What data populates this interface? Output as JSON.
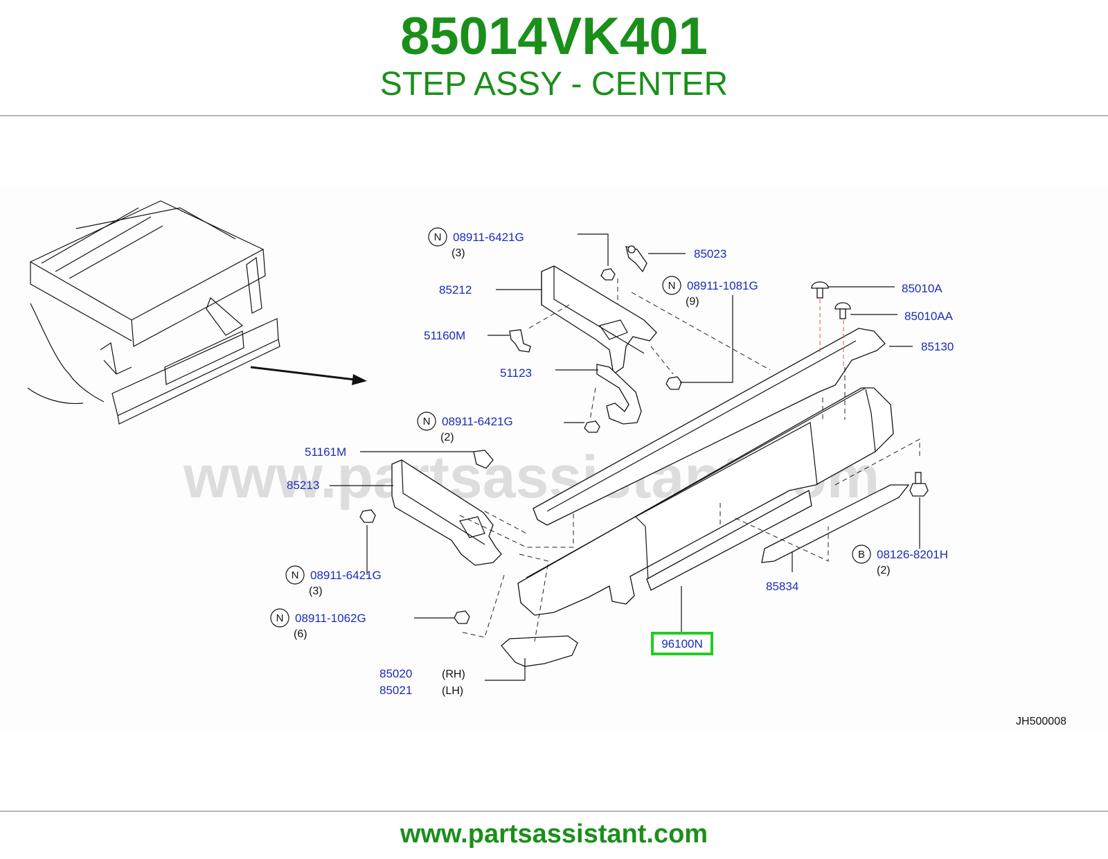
{
  "header": {
    "part_number": "85014VK401",
    "part_name": "STEP ASSY - CENTER"
  },
  "footer": {
    "url": "www.partsassistant.com"
  },
  "watermark": "www.partsassistant.com",
  "diagram": {
    "reference_code": "JH500008",
    "callouts": {
      "c1": {
        "badge": "N",
        "label": "08911-6421G",
        "qty": "(3)"
      },
      "c2": {
        "label": "85023"
      },
      "c3": {
        "label": "85212"
      },
      "c4": {
        "badge": "N",
        "label": "08911-1081G",
        "qty": "(9)"
      },
      "c5": {
        "label": "85010A"
      },
      "c6": {
        "label": "85010AA"
      },
      "c7": {
        "label": "51160M"
      },
      "c8": {
        "label": "85130"
      },
      "c9": {
        "label": "51123"
      },
      "c10": {
        "badge": "N",
        "label": "08911-6421G",
        "qty": "(2)"
      },
      "c11": {
        "label": "51161M"
      },
      "c12": {
        "label": "85213"
      },
      "c13": {
        "badge": "B",
        "label": "08126-8201H",
        "qty": "(2)"
      },
      "c14": {
        "badge": "N",
        "label": "08911-6421G",
        "qty": "(3)"
      },
      "c15": {
        "label": "85834"
      },
      "c16": {
        "badge": "N",
        "label": "08911-1062G",
        "qty": "(6)"
      },
      "c17": {
        "label": "96100N",
        "highlighted": true
      },
      "c18": {
        "label": "85020",
        "side": "(RH)"
      },
      "c19": {
        "label": "85021",
        "side": "(LH)"
      }
    }
  },
  "colors": {
    "title_green": "#1a8f1a",
    "callout_blue": "#1a2bb8",
    "highlight_green": "#22cc22",
    "rule_gray": "#b4b4b4"
  }
}
